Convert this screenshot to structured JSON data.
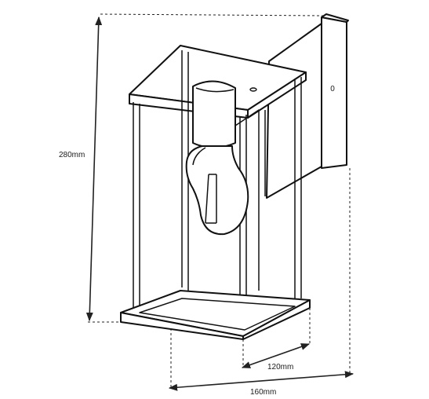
{
  "dimensions": {
    "height_label": "280mm",
    "depth_label": "120mm",
    "width_label": "160mm"
  },
  "bracket_mark": "0"
}
